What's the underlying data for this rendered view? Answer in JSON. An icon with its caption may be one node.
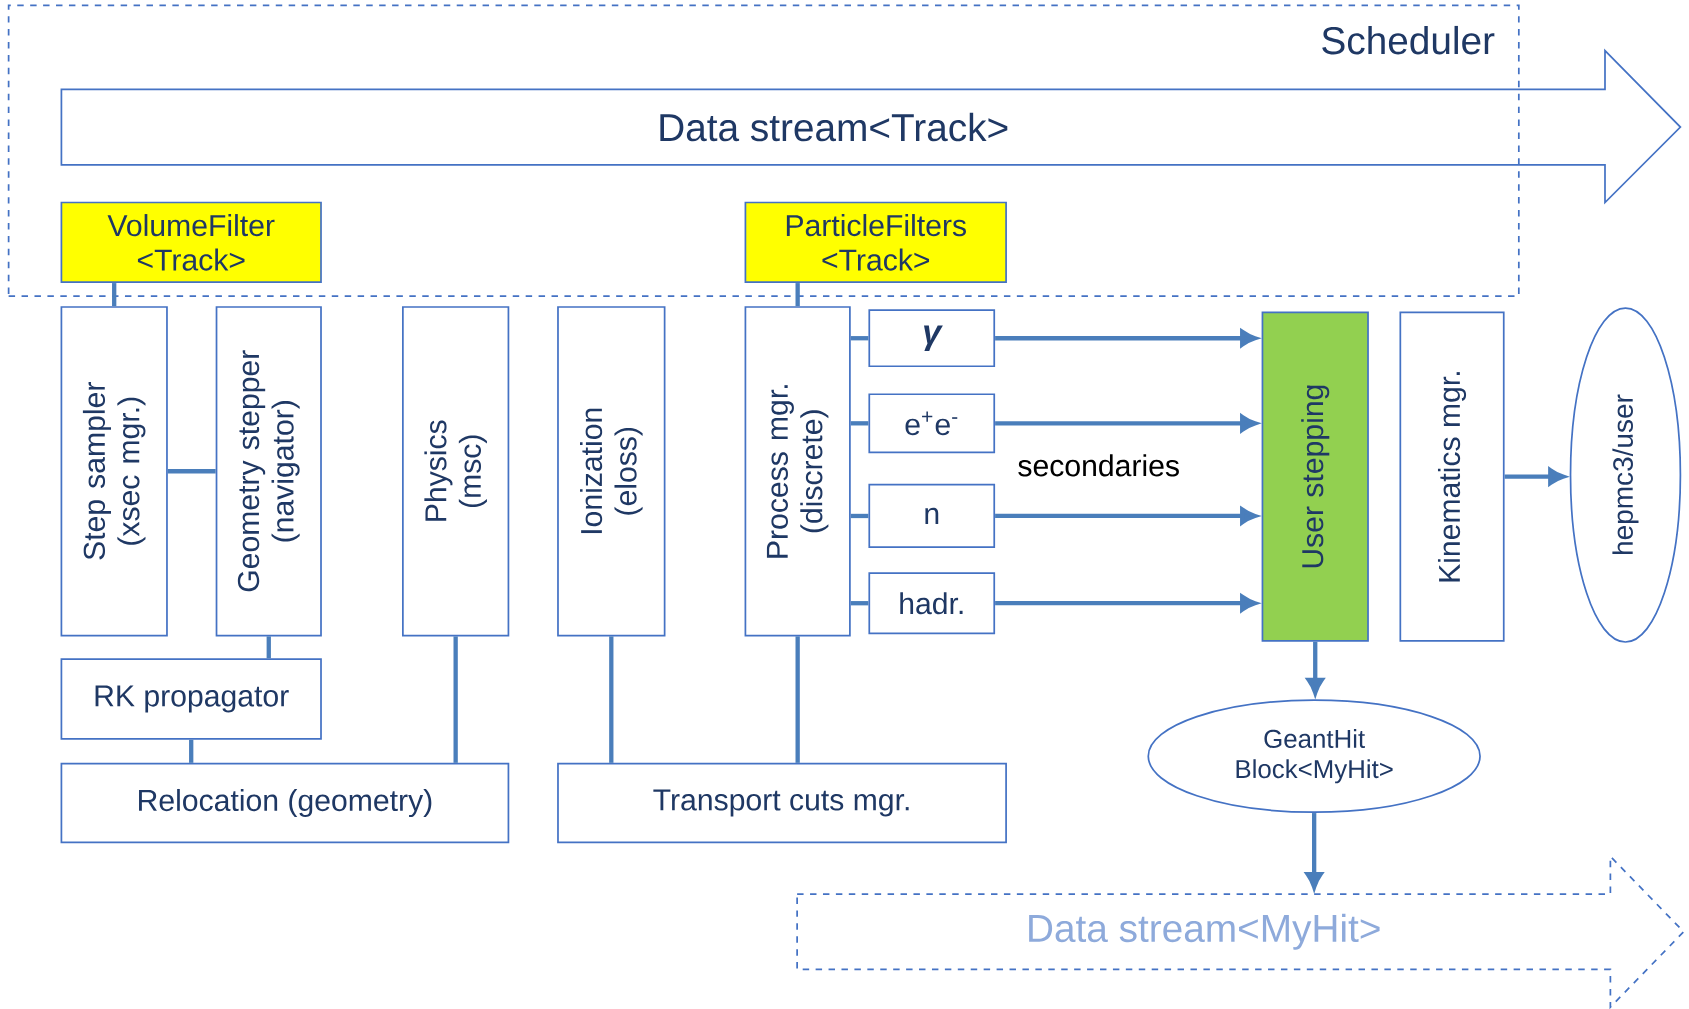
{
  "diagram": {
    "nodes": [
      {
        "text": [
          "Scheduler"
        ]
      },
      {
        "text": [
          "Data stream<Track>"
        ]
      },
      {
        "text": [
          "VolumeFilter <Track>"
        ],
        "in": 0
      },
      {
        "text": [
          "ParticleFilters <Track>"
        ],
        "in": 0
      },
      {
        "text": [
          "Step sampler (xsec mgr.)"
        ]
      },
      {
        "text": [
          "Geometry stepper (navigator)"
        ]
      },
      {
        "text": [
          "Physics (msc)"
        ]
      },
      {
        "text": [
          "Ionization (eloss)"
        ]
      },
      {
        "text": [
          "Process mgr. (discrete)"
        ]
      },
      {
        "text": [
          "γ"
        ]
      },
      {
        "text": [
          "e$^{+}$e$^{-}$"
        ]
      },
      {
        "text": [
          "n"
        ]
      },
      {
        "text": [
          "hadr."
        ]
      },
      {
        "text": [
          "User stepping"
        ]
      },
      {
        "text": [
          "Kinematics mgr."
        ]
      },
      {
        "text": [
          "hepmc3/user"
        ]
      },
      {
        "text": [
          "RK propagator"
        ]
      },
      {
        "text": [
          "Relocation (geometry)"
        ]
      },
      {
        "text": [
          "Transport cuts mgr."
        ]
      },
      {
        "text": [
          "GeantHit Block<MyHit>"
        ]
      },
      {
        "text": [
          "Data stream<MyHit>"
        ]
      }
    ],
    "edges": [
      {
        "from": 2,
        "to": 4,
        "arrow": "none"
      },
      {
        "from": 3,
        "to": 8,
        "arrow": "none"
      },
      {
        "from": 4,
        "to": 5,
        "arrow": "none"
      },
      {
        "from": 5,
        "to": 16,
        "arrow": "none"
      },
      {
        "from": 16,
        "to": 17,
        "arrow": "none"
      },
      {
        "from": 6,
        "to": 17,
        "arrow": "none"
      },
      {
        "from": 7,
        "to": 18,
        "arrow": "none"
      },
      {
        "from": 8,
        "to": 18,
        "arrow": "none"
      },
      {
        "from": 8,
        "to": 9,
        "arrow": "none"
      },
      {
        "from": 8,
        "to": 10,
        "arrow": "none"
      },
      {
        "from": 8,
        "to": 11,
        "arrow": "none"
      },
      {
        "from": 8,
        "to": 12,
        "arrow": "none"
      },
      {
        "from": 9,
        "to": 13,
        "arrow": "to"
      },
      {
        "from": 10,
        "to": 13,
        "arrow": "to"
      },
      {
        "from": 11,
        "to": 13,
        "arrow": "to"
      },
      {
        "from": 12,
        "to": 13,
        "arrow": "to"
      },
      {
        "from": 14,
        "to": 15,
        "arrow": "to"
      },
      {
        "from": 13,
        "to": 19,
        "arrow": "to"
      },
      {
        "from": 19,
        "to": 20,
        "arrow": "to"
      }
    ],
    "labels": [
      "secondaries"
    ]
  }
}
